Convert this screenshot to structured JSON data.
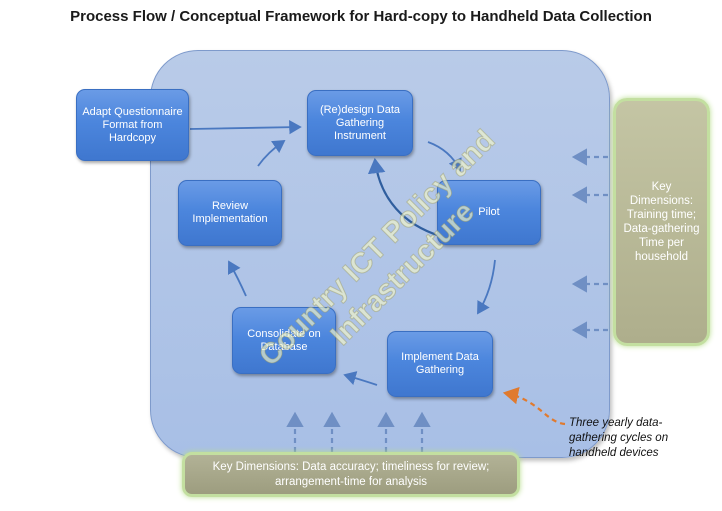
{
  "title": "Process Flow / Conceptual Framework for Hard-copy to Handheld Data Collection",
  "watermark": "Country ICT Policy and Infrastructure",
  "nodes": {
    "adapt": "Adapt Questionnaire Format from Hardcopy",
    "redesign": "(Re)design Data Gathering Instrument",
    "pilot": "Pilot",
    "implement": "Implement Data Gathering",
    "consolidate": "Consolidate on Database",
    "review": "Review Implementation"
  },
  "side_dimensions": "Key Dimensions: Training time; Data-gathering Time per household",
  "bottom_dimensions": "Key Dimensions: Data accuracy; timeliness for review; arrangement-time for analysis",
  "annotation": "Three yearly data-gathering cycles on handheld devices",
  "colors": {
    "panel": "#b0c4e7",
    "node": "#4c86dd",
    "dimension_box": "#aeae8c",
    "dimension_glow": "#c3dfa0",
    "arrow": "#4a78c0",
    "dashed_arrow": "#6f8fc4",
    "annotation_arrow": "#e07a2e",
    "watermark": "#f3f6c8"
  }
}
